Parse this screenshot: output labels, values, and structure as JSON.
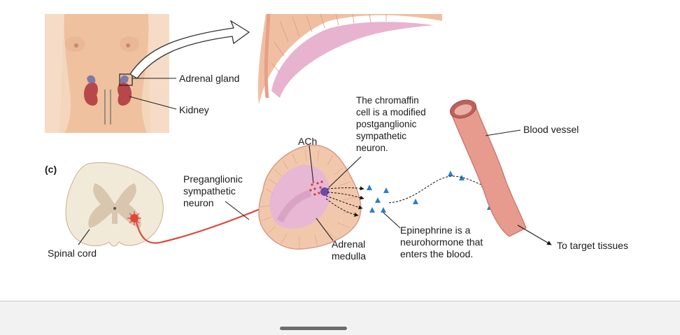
{
  "figure": {
    "panel_label": "(c)",
    "labels": {
      "adrenal_gland": "Adrenal gland",
      "kidney": "Kidney",
      "ach": "ACh",
      "chromaffin": "The chromaffin\ncell is a modified\npostganglionic\nsympathetic\nneuron.",
      "blood_vessel": "Blood vessel",
      "preganglionic": "Preganglionic\nsympathetic\nneuron",
      "spinal_cord": "Spinal cord",
      "adrenal_medulla": "Adrenal\nmedulla",
      "epinephrine": "Epinephrine is a\nneurohormone that\nenters the blood.",
      "target": "To target tissues"
    },
    "colors": {
      "skin": "#f1c7a6",
      "kidney": "#b8474a",
      "neuron": "#e0473c",
      "vessel": "#e69b8e",
      "medulla": "#e7b7d3",
      "cortex": "#f2c8ad",
      "epinephrine": "#2a7fc8",
      "spinal_gray": "#d8c6ae",
      "spinal_white": "#f2ead9"
    }
  },
  "ui": {
    "home_indicator": "home-indicator"
  }
}
